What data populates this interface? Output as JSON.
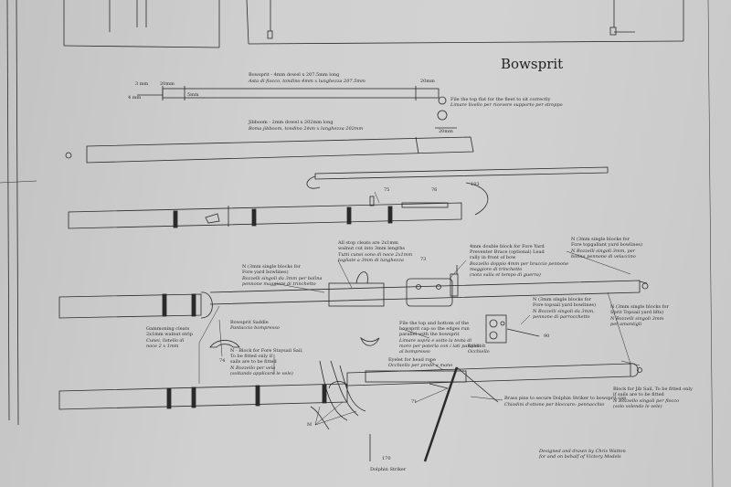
{
  "sheet": {
    "title": "Bowsprit",
    "mast_top": {
      "line1": "Bowsprit - 4mm dowel x 207.5mm long",
      "line2": "Asta di fiocco, tondino 4mm x lunghezza 207.5mm",
      "dim_left_3mm": "3 mm",
      "dim_20mm": "20mm",
      "dim_4mm": "4 mm",
      "dim_5mm": "5mm",
      "dim_right_20mm": "20mm",
      "file_note_1": "File the top flat for the fleet to sit correctly",
      "file_note_2": "Limare livello per ricevere supporto per stroppo"
    },
    "jibboom": {
      "line1": "Jibboom - 2mm dowel x 202mm long",
      "line2": "Boma jibboom, tondino 2mm x lunghezza 202mm",
      "dim_20mm": "20mm"
    },
    "part_numbers": {
      "p75": "75",
      "p76": "76",
      "p183": "183",
      "p73": "73",
      "p74": "74",
      "p90": "90",
      "p170": "170",
      "p71": "71",
      "m": "M"
    },
    "notes": {
      "stop_cleats_1": "All stop cleats are 2x1mm",
      "stop_cleats_2": "walnut cut into 3mm lengths",
      "stop_cleats_3": "Tutti cunei sono di noce 2x1mm",
      "stop_cleats_4": "tagliate a 3mm di lunghezza",
      "double_block_1": "4mm double block for Fore Yard",
      "double_block_2": "Preventer Brace (optional) Lead",
      "double_block_3": "rally in front of bow",
      "double_block_4": "Bozzello doppio 4mm per braccio pennone",
      "double_block_5": "maggiore di trinchetto",
      "double_block_6": "(nota sulla et tempo di guerra)",
      "single_blocks_left_1": "N (3mm single blocks for",
      "single_blocks_left_2": "Fore yard bowlines)",
      "single_blocks_left_3": "Bozzelli singoli da 3mm per bolina",
      "single_blocks_left_4": "pennone maggiore di trinchetto",
      "topgallant_1": "N (3mm single blocks for",
      "topgallant_2": "Fore topgallant yard bowlines)",
      "topgallant_3": "N  Bozzelli singoli 3mm, per",
      "topgallant_4": "bolina pennone di velaccino",
      "topsail_1": "N (3mm single blocks for",
      "topsail_2": "Fore topsail yard bowlines)",
      "topsail_3": "N  Bozzelli singoli da 3mm,",
      "topsail_4": "pennone di parrocchetto",
      "sprit_topsail_1": "N (3mm single blocks for",
      "sprit_topsail_2": "Sprit Topsail yard lifts)",
      "sprit_topsail_3": "N  Bozzelli singoli 3mm",
      "sprit_topsail_4": "per amantigli",
      "gammoning_1": "Gammoning cleats",
      "gammoning_2": "2x1mm walnut strip",
      "gammoning_3": "Cunei, listello di",
      "gammoning_4": "noce 2 x 1mm",
      "saddle_1": "Bowsprit Saddle",
      "saddle_2": "Pantaccio bompresso",
      "file_cap_1": "File the top and bottom of the",
      "file_cap_2": "bowsprit cap so the edges run",
      "file_cap_3": "parallel with the bowsprit",
      "file_cap_4": "Limare sopra e sotto la testa di",
      "file_cap_5": "moro per poterla con i lati paralleli",
      "file_cap_6": "al bompresso",
      "eyebolt_1": "Eyebolt",
      "eyebolt_2": "Occhiello",
      "eyelet_1": "Eyelet for head rope",
      "eyelet_2": "Occhiello per prode a mano",
      "block_stay_1": "N - Block for Fore Staysail Sail,",
      "block_stay_2": "To be fitted only if",
      "block_stay_3": "sails are to be fitted",
      "block_stay_4": "N  Bozzello per vela",
      "block_stay_5": "(soltando applicare le vele)",
      "jib_block_1": "Block for Jib Sail, To be fitted only",
      "jib_block_2": "if sails are to be fitted",
      "jib_block_3": "N  Bozzello singoli per flocco",
      "jib_block_4": "(solo volendo le vele)",
      "dolphin_note_1": "Brass pins to secure Dolphin Striker to bowsprit cap",
      "dolphin_note_2": "Chiodini d'ottone per bloccare: pennacchio",
      "dolphin_label": "Dolphin Striker",
      "credit_1": "Designed and drawn by Chris Watton",
      "credit_2": "for and on behalf of Victory Models"
    },
    "colors": {
      "ink": "#2a2a2a",
      "paper": "#d0d0d0"
    }
  }
}
